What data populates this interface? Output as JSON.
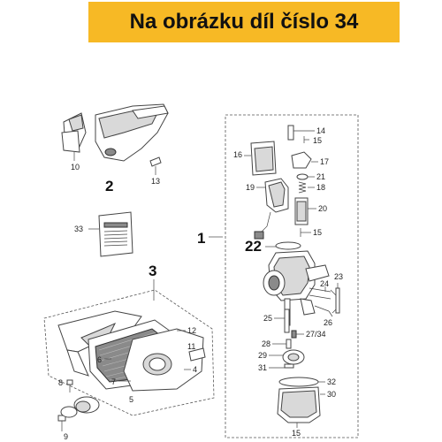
{
  "banner": {
    "text": "Na obrázku díl číslo 34",
    "color": "#f7b925"
  },
  "groups": {
    "g1": "1",
    "g2": "2",
    "g3": "3",
    "g22": "22"
  },
  "labels": {
    "l10": "10",
    "l13": "13",
    "l9": "9",
    "l33": "33",
    "l14": "14",
    "l15a": "15",
    "l16": "16",
    "l17": "17",
    "l21": "21",
    "l18": "18",
    "l19": "19",
    "l20": "20",
    "l15b": "15",
    "l23": "23",
    "l24": "24",
    "l26": "26",
    "l25": "25",
    "l27": "27/34",
    "l28": "28",
    "l29": "29",
    "l31": "31",
    "l32": "32",
    "l30": "30",
    "l15c": "15",
    "l12": "12",
    "l11": "11",
    "l6": "6",
    "l7": "7",
    "l8": "8",
    "l5": "5",
    "l4": "4"
  }
}
